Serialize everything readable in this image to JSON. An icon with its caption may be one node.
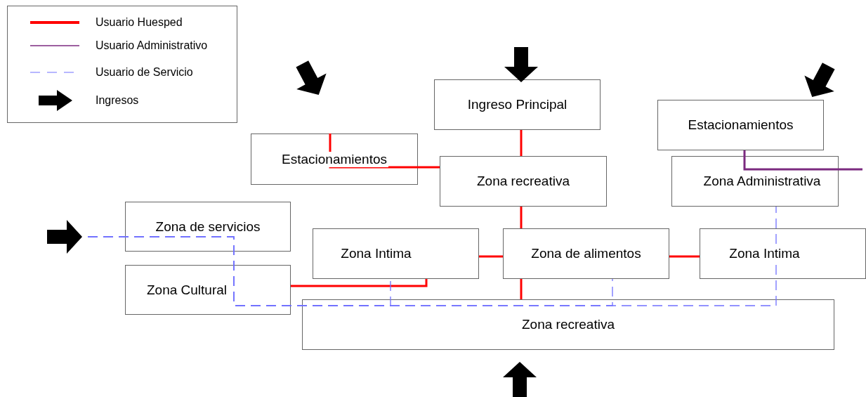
{
  "diagram": {
    "nodes": [
      {
        "text": [
          "Estacionamientos"
        ]
      },
      {
        "text": [
          "Ingreso Principal"
        ]
      },
      {
        "text": [
          "Zona recreativa"
        ]
      },
      {
        "text": [
          "Estacionamientos"
        ]
      },
      {
        "text": [
          "Zona Administrativa"
        ]
      },
      {
        "text": [
          "Zona de servicios"
        ]
      },
      {
        "text": [
          "Zona Intima"
        ]
      },
      {
        "text": [
          "Zona de alimentos"
        ]
      },
      {
        "text": [
          "Zona Intima"
        ]
      },
      {
        "text": [
          "Zona Cultural"
        ]
      },
      {
        "text": [
          "Zona recreativa"
        ]
      }
    ],
    "edges": [
      {
        "from": 1,
        "to": 2,
        "arrow": "none",
        "color": "#ff0000"
      },
      {
        "from": 2,
        "to": 7,
        "arrow": "none",
        "color": "#ff0000"
      },
      {
        "from": 7,
        "to": 10,
        "arrow": "none",
        "color": "#ff0000"
      },
      {
        "from": 0,
        "to": 2,
        "arrow": "none",
        "color": "#ff0000"
      },
      {
        "from": 9,
        "to": 6,
        "arrow": "none",
        "color": "#ff0000"
      },
      {
        "from": 6,
        "to": 7,
        "arrow": "none",
        "color": "#ff0000"
      },
      {
        "from": 7,
        "to": 8,
        "arrow": "none",
        "color": "#ff0000"
      },
      {
        "from": 3,
        "to": null,
        "arrow": "none",
        "color": "#7b2a7f"
      },
      {
        "from": null,
        "to": 4,
        "arrow": "none",
        "style": "dashed",
        "color": "#7070ff"
      },
      {
        "from": null,
        "to": 6,
        "arrow": "none",
        "style": "dashed",
        "color": "#7070ff"
      },
      {
        "from": null,
        "to": 7,
        "arrow": "none",
        "style": "dashed",
        "color": "#7070ff"
      }
    ],
    "legend": [
      {
        "text": "Usuario Huesped"
      },
      {
        "text": "Usuario Administrativo"
      },
      {
        "text": "Usuario de Servicio"
      },
      {
        "text": "Ingresos"
      }
    ]
  }
}
